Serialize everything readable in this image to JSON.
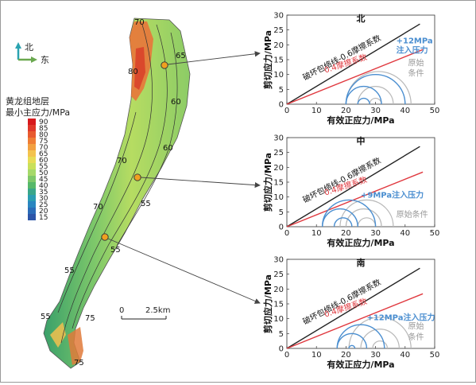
{
  "map": {
    "north_label": "北",
    "east_label": "东",
    "legend_title_line1": "黄龙组地层",
    "legend_title_line2": "最小主应力/MPa",
    "legend_ticks": [
      "90",
      "85",
      "80",
      "75",
      "70",
      "65",
      "60",
      "55",
      "50",
      "45",
      "40",
      "35",
      "30",
      "25",
      "20",
      "15"
    ],
    "legend_colors": [
      "#d7191c",
      "#e0382a",
      "#e85a2f",
      "#ef7d35",
      "#f2a041",
      "#f3c34e",
      "#e8dc55",
      "#c9e05a",
      "#a6d96a",
      "#7ec86a",
      "#56b86a",
      "#3aa68a",
      "#2b9db2",
      "#2a86c0",
      "#2b6cb8",
      "#2c55a8"
    ],
    "contour_labels": [
      "70",
      "65",
      "80",
      "60",
      "60",
      "70",
      "55",
      "70",
      "55",
      "55",
      "55",
      "75",
      "75"
    ],
    "scale_zero": "0",
    "scale_label": "2.5km"
  },
  "charts": [
    {
      "title": "北",
      "ylabel": "剪切应力/MPa",
      "xlabel": "有效正应力/MPa",
      "xticks": [
        "0",
        "10",
        "20",
        "30",
        "40",
        "50"
      ],
      "yticks": [
        "0",
        "5",
        "10",
        "15",
        "20",
        "25",
        "30"
      ],
      "envelope_label": "破坏包络线-0.6摩擦系数",
      "friction_label": "0.4摩擦系数",
      "injection_label_line1": "+12MPa",
      "injection_label_line2": "注入压力",
      "original_label_line1": "原始",
      "original_label_line2": "条件"
    },
    {
      "title": "中",
      "ylabel": "剪切应力/MPa",
      "xlabel": "有效正应力/MPa",
      "xticks": [
        "0",
        "10",
        "20",
        "30",
        "40",
        "50"
      ],
      "yticks": [
        "0",
        "5",
        "10",
        "15",
        "20",
        "25",
        "30"
      ],
      "envelope_label": "破坏包络线-0.6摩擦系数",
      "friction_label": "0.4摩擦系数",
      "injection_label": "+9MPa注入压力",
      "original_label": "原始条件"
    },
    {
      "title": "南",
      "ylabel": "剪切应力/MPa",
      "xlabel": "有效正应力/MPa",
      "xticks": [
        "0",
        "10",
        "20",
        "30",
        "40",
        "50"
      ],
      "yticks": [
        "0",
        "5",
        "10",
        "15",
        "20",
        "25",
        "30"
      ],
      "envelope_label": "破坏包络线-0.6摩擦系数",
      "friction_label": "0.4摩擦系数",
      "injection_label": "+12MPa注入压力",
      "original_label_line1": "原始",
      "original_label_line2": "条件"
    }
  ],
  "colors": {
    "envelope": "#222222",
    "friction": "#e0393f",
    "injected": "#4a8ed0",
    "original": "#b8b8b8",
    "marker": "#f0a020"
  }
}
